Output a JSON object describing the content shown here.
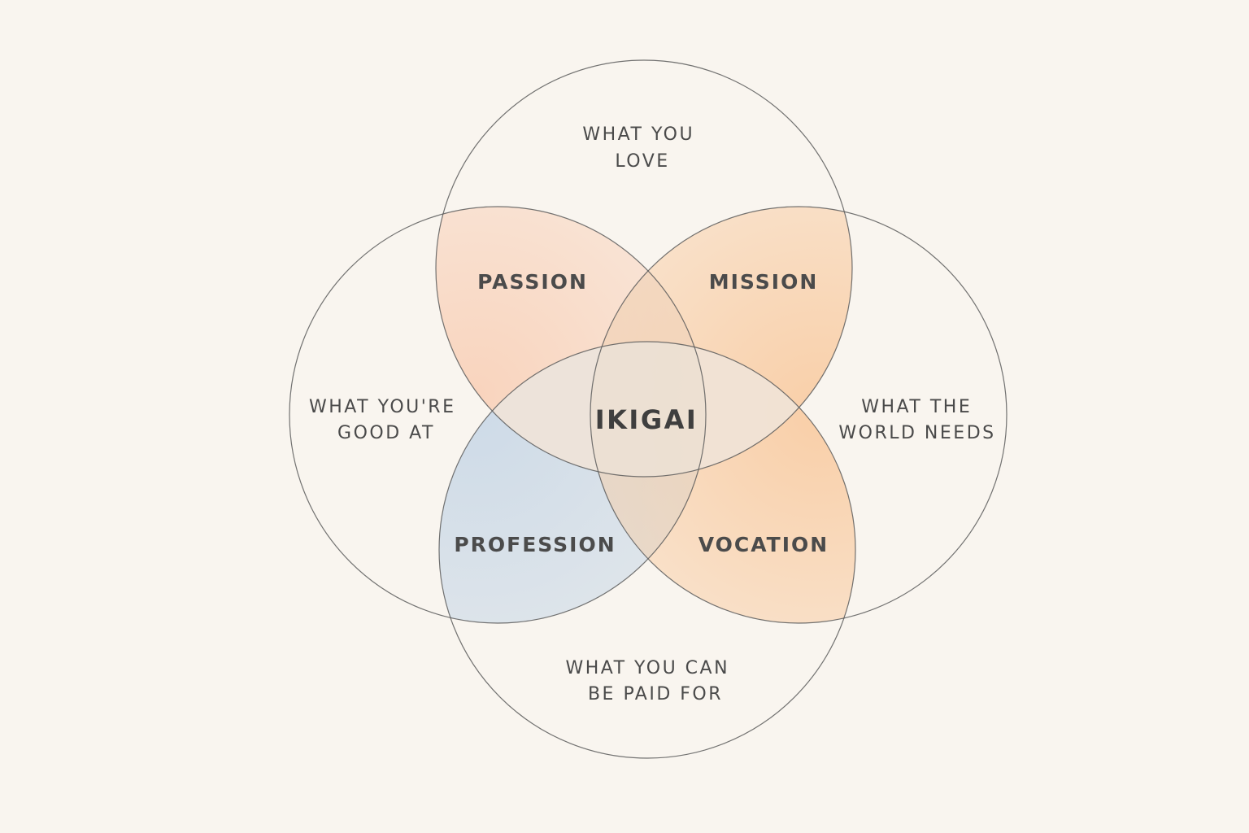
{
  "diagram": {
    "circles": {
      "top": {
        "line1": "WHAT YOU",
        "line2": "LOVE"
      },
      "left": {
        "line1": "WHAT YOU'RE",
        "line2": "GOOD AT"
      },
      "right": {
        "line1": "WHAT THE",
        "line2": "WORLD NEEDS"
      },
      "bottom": {
        "line1": "WHAT YOU CAN",
        "line2": "BE PAID FOR"
      }
    },
    "regions": {
      "passion": "PASSION",
      "mission": "MISSION",
      "profession": "PROFESSION",
      "vocation": "VOCATION"
    },
    "center": "IKIGAI",
    "colors": {
      "background": "#f9f5ef",
      "outline": "#5a5a5a",
      "passion": "#f9c9ad",
      "mission": "#f9c596",
      "profession": "#c6d6e6",
      "vocation": "#f9c596",
      "center": "#e9dccf"
    }
  }
}
